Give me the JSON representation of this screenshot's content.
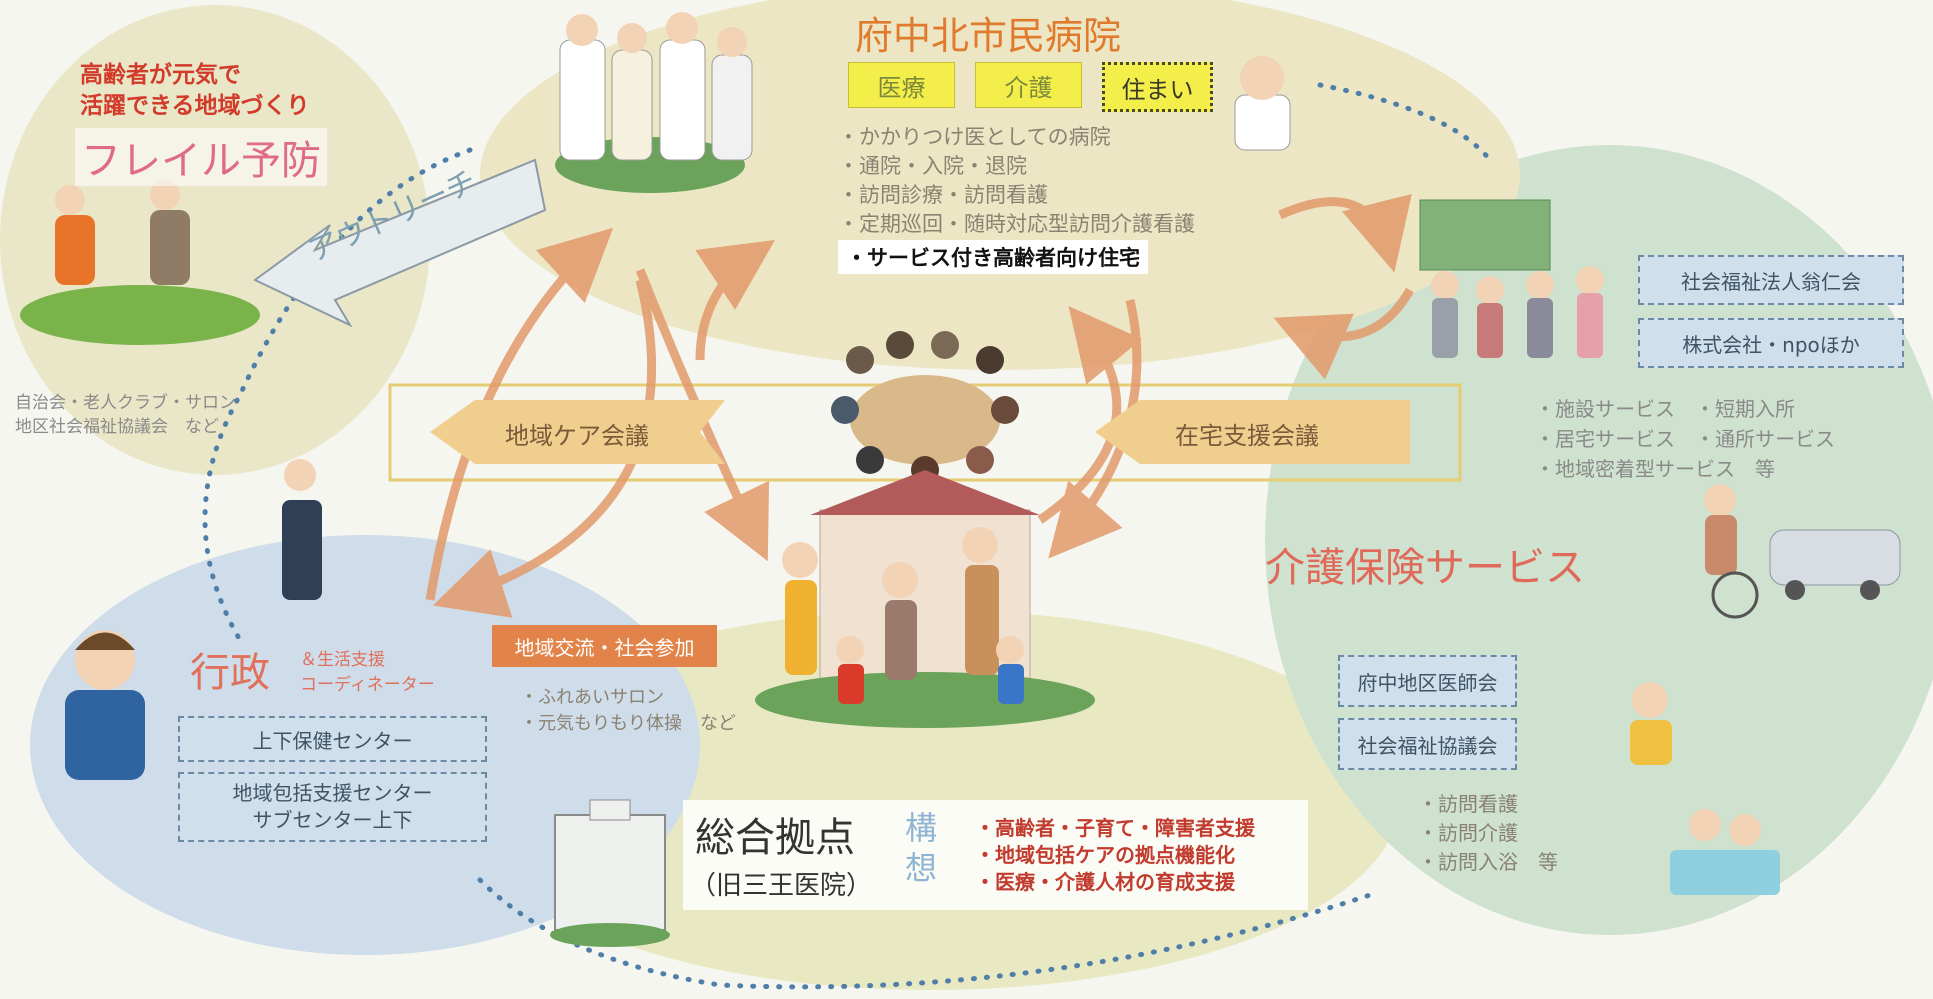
{
  "hospital": {
    "title": "府中北市民病院",
    "tags": [
      "医療",
      "介護",
      "住まい"
    ],
    "items": [
      "かかりつけ医としての病院",
      "通院・入院・退院",
      "訪問診療・訪問看護",
      "定期巡回・随時対応型訪問介護看護"
    ],
    "highlight": "サービス付き高齢者向け住宅"
  },
  "frailty": {
    "subtitle_line1": "高齢者が元気で",
    "subtitle_line2": "活躍できる地域づくり",
    "title": "フレイル予防",
    "orgs_line1": "自治会・老人クラブ・サロン",
    "orgs_line2": "地区社会福祉協議会　など",
    "outreach": "アウトリーチ"
  },
  "meetings": {
    "left": "地域ケア会議",
    "right": "在宅支援会議"
  },
  "care_insurance": {
    "title": "介護保険サービス",
    "providers": [
      "社会福祉法人翁仁会",
      "株式会社・npoほか"
    ],
    "services_line1": "・施設サービス　・短期入所",
    "services_line2": "・居宅サービス　・通所サービス",
    "services_line3": "・地域密着型サービス　等",
    "associations": [
      "府中地区医師会",
      "社会福祉協議会"
    ],
    "home_services": [
      "訪問看護",
      "訪問介護",
      "訪問入浴　等"
    ]
  },
  "administration": {
    "title": "行政",
    "sub_line1": "＆生活支援",
    "sub_line2": "コーディネーター",
    "centers": [
      "上下保健センター"
    ],
    "center2_line1": "地域包括支援センター",
    "center2_line2": "サブセンター上下"
  },
  "community": {
    "label": "地域交流・社会参加",
    "items": [
      "ふれあいサロン",
      "元気もりもり体操　など"
    ]
  },
  "hub": {
    "title": "総合拠点",
    "sub": "（旧三王医院）",
    "concept": "構想",
    "items": [
      "高齢者・子育て・障害者支援",
      "地域包括ケアの拠点機能化",
      "医療・介護人材の育成支援"
    ]
  },
  "colors": {
    "hospital_bg": "#ece6c4",
    "frailty_bg": "#e9e7c7",
    "care_bg": "#cfe1cf",
    "admin_bg": "#cfdce9",
    "hub_bg": "#e8e8c2",
    "accent_orange": "#e29a6b",
    "tag_yellow": "#f3ee4a",
    "dots": "#4f7fa9"
  }
}
